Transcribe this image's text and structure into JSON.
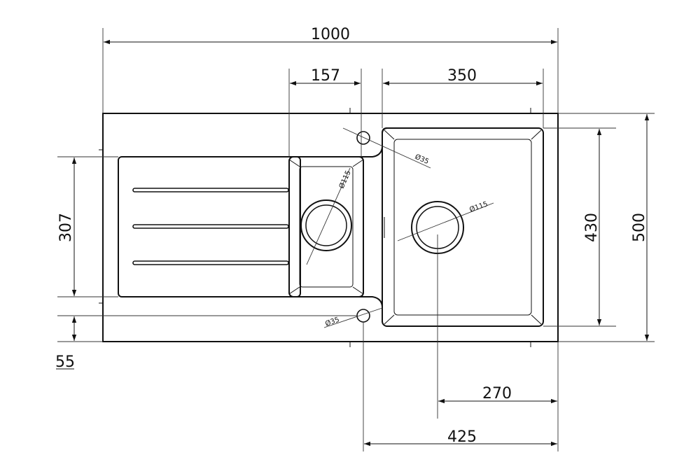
{
  "drawing": {
    "dimensions": {
      "overall_width": "1000",
      "small_bowl_width": "157",
      "main_bowl_width": "350",
      "drainer_depth": "307",
      "main_bowl_depth": "430",
      "overall_depth": "500",
      "offset_depth": "55",
      "waste_center_offset": "270",
      "tap_hole_offset": "425"
    },
    "callouts": {
      "tap_hole_top": "Ø35",
      "tap_hole_bottom": "Ø35",
      "small_waste": "Ø115",
      "main_waste": "Ø115"
    }
  }
}
